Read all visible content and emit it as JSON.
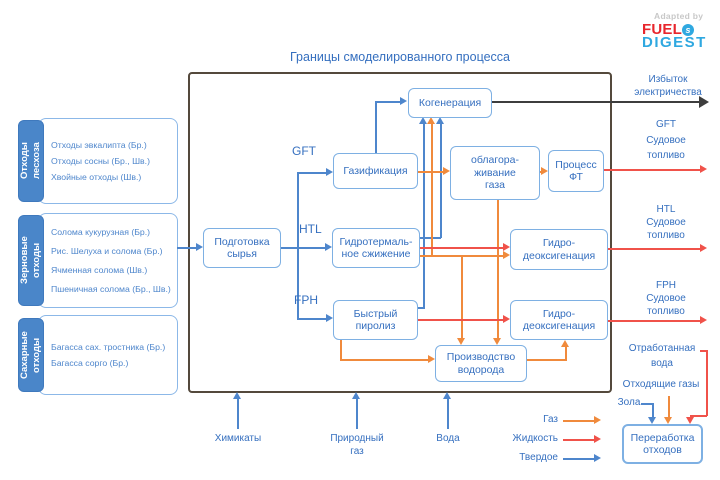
{
  "logo": {
    "adapted_by": "Adapted by",
    "fuel": "FUEL",
    "s_icon": "s",
    "digest": "DIGEST"
  },
  "title": "Границы смоделированного процесса",
  "feedstock_groups": [
    {
      "tab": "Отходы\nлесхоза",
      "items": [
        "Отходы эвкалипта (Бр.)",
        "Отходы сосны (Бр., Шв.)",
        "Хвойные отходы (Шв.)"
      ]
    },
    {
      "tab": "Зерновые\nотходы",
      "items": [
        "Солома кукурузная (Бр.)",
        "Рис. Шелуха и солома (Бр.)",
        "Ячменная солома (Шв.)",
        "Пшеничная солома (Бр., Шв.)"
      ]
    },
    {
      "tab": "Сахарные\nотходы",
      "items": [
        "Багасса сах. тростника (Бр.)",
        "Багасса сорго (Бр.)"
      ]
    }
  ],
  "route_labels": {
    "gft": "GFT",
    "htl": "HTL",
    "fph": "FPH"
  },
  "process_boxes": {
    "cogeneration": "Когенерация",
    "gasification": "Газификация",
    "gas_upgrading": "облагора-\nживание\nгаза",
    "ft_process": "Процесс\nФТ",
    "feed_prep": "Подготовка\nсырья",
    "htl": "Гидротермаль-\nное сжижение",
    "hydrodeox_htl": "Гидро-\nдеоксигенация",
    "fast_pyrolysis": "Быстрый\nпиролиз",
    "hydrodeox_fph": "Гидро-\nдеоксигенация",
    "hydrogen_production": "Производство\nводорода",
    "waste_treatment": "Переработка\nотходов"
  },
  "outputs": {
    "electricity": "Избыток\nэлектричества",
    "gft_fuel": "GFT\nСудовое\nтопливо",
    "htl_fuel": "HTL\nСудовое\nтопливо",
    "fph_fuel": "FPH\nСудовое\nтопливо",
    "waste_water": "Отработанная\nвода",
    "offgas": "Отходящие газы",
    "ash": "Зола"
  },
  "inputs": {
    "chemicals": "Химикаты",
    "natural_gas": "Природный\nгаз",
    "water": "Вода"
  },
  "legend": [
    {
      "label": "Газ",
      "color": "#F08A3C"
    },
    {
      "label": "Жидкость",
      "color": "#F0524A"
    },
    {
      "label": "Твердое",
      "color": "#4E86CC"
    }
  ],
  "colors": {
    "gas": "#F08A3C",
    "liquid": "#F0524A",
    "solid": "#4E86CC",
    "electricity": "#3D3D3D",
    "boundary": "#54493C",
    "box_border": "#7EB0E3",
    "text_blue": "#356FBF",
    "tab_fill": "#4A86C9"
  }
}
